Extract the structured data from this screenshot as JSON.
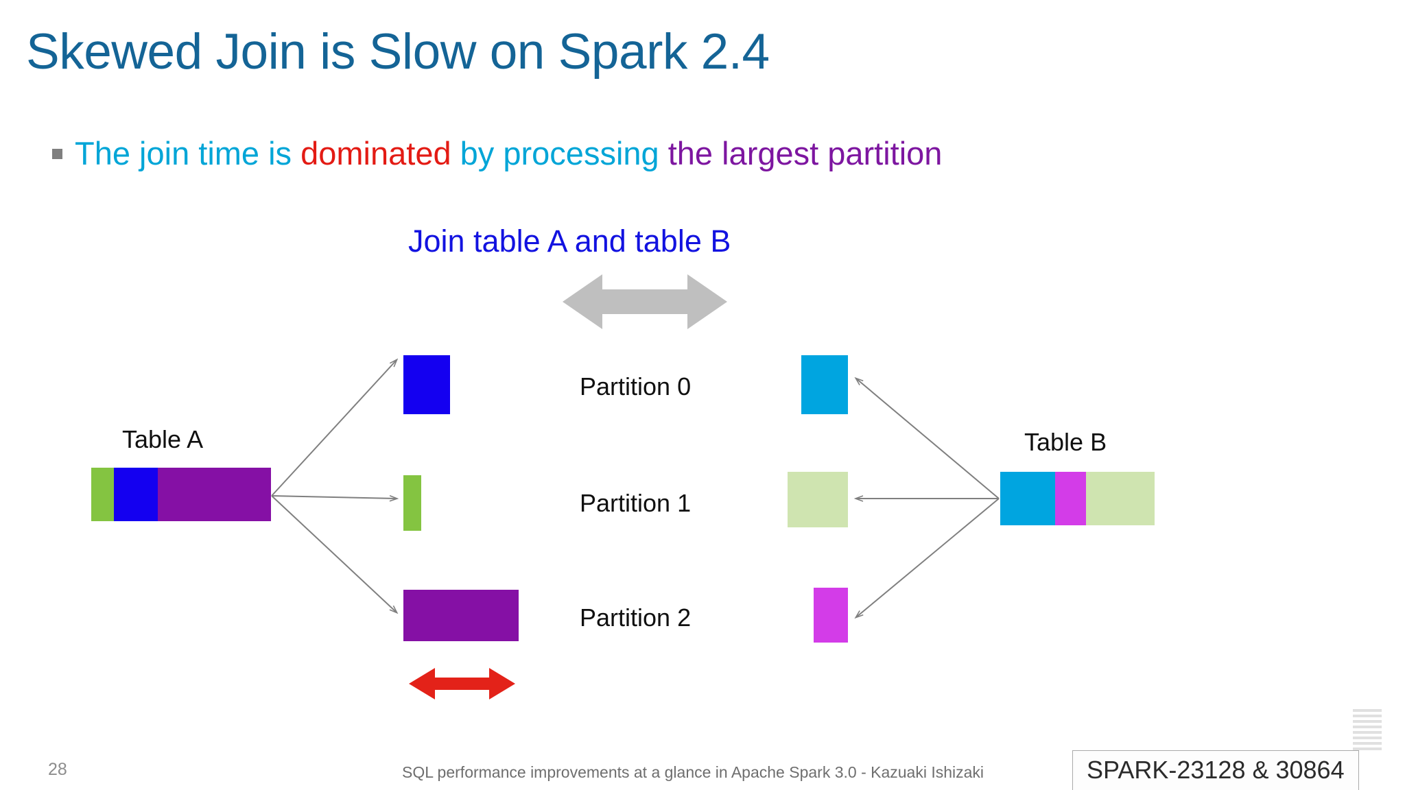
{
  "slide": {
    "title": "Skewed Join is Slow on Spark 2.4",
    "title_color": "#146496",
    "background": "#ffffff"
  },
  "bullet": {
    "marker": "square-bullet",
    "marker_color": "#7f7f7f",
    "segments": [
      {
        "text": "The join time is ",
        "color": "#00a5d7"
      },
      {
        "text": "dominated ",
        "color": "#e31b14"
      },
      {
        "text": "by processing ",
        "color": "#00a5d7"
      },
      {
        "text": "the largest partition",
        "color": "#7d16a0"
      }
    ]
  },
  "diagram": {
    "caption": "Join table A and table B",
    "caption_color": "#1212e0",
    "gray_arrow": {
      "name": "gray-double-arrow",
      "color": "#bfbfbf"
    },
    "red_arrow": {
      "name": "red-double-arrow",
      "color": "#e32219"
    },
    "table_a": {
      "label": "Table A",
      "segments": [
        {
          "name": "green-segment",
          "color": "#84c441",
          "width": 33
        },
        {
          "name": "blue-segment",
          "color": "#1400f0",
          "width": 64
        },
        {
          "name": "purple-segment",
          "color": "#8510a5",
          "width": 165
        }
      ]
    },
    "table_b": {
      "label": "Table B",
      "segments": [
        {
          "name": "cyan-segment",
          "color": "#00a5e0",
          "width": 80
        },
        {
          "name": "magenta-segment",
          "color": "#d33ce8",
          "width": 45
        },
        {
          "name": "light-green-segment",
          "color": "#cfe4b0",
          "width": 100
        }
      ]
    },
    "partitions": [
      {
        "label": "Partition 0",
        "left_block": {
          "color": "#1400f0",
          "width": 68,
          "height": 86
        },
        "right_block": {
          "color": "#00a5e0",
          "width": 68,
          "height": 86
        }
      },
      {
        "label": "Partition 1",
        "left_block": {
          "color": "#84c441",
          "width": 26,
          "height": 81
        },
        "right_block": {
          "color": "#cfe4b0",
          "width": 88,
          "height": 81
        }
      },
      {
        "label": "Partition 2",
        "left_block": {
          "color": "#8510a5",
          "width": 168,
          "height": 75
        },
        "right_block": {
          "color": "#d33ce8",
          "width": 50,
          "height": 80
        }
      }
    ],
    "connector_color": "#7f7f7f"
  },
  "footer": {
    "page_number": "28",
    "text": "SQL performance improvements at a glance in Apache Spark 3.0 - Kazuaki Ishizaki",
    "badge": "SPARK-23128 & 30864",
    "logo": "ibm-logo"
  }
}
